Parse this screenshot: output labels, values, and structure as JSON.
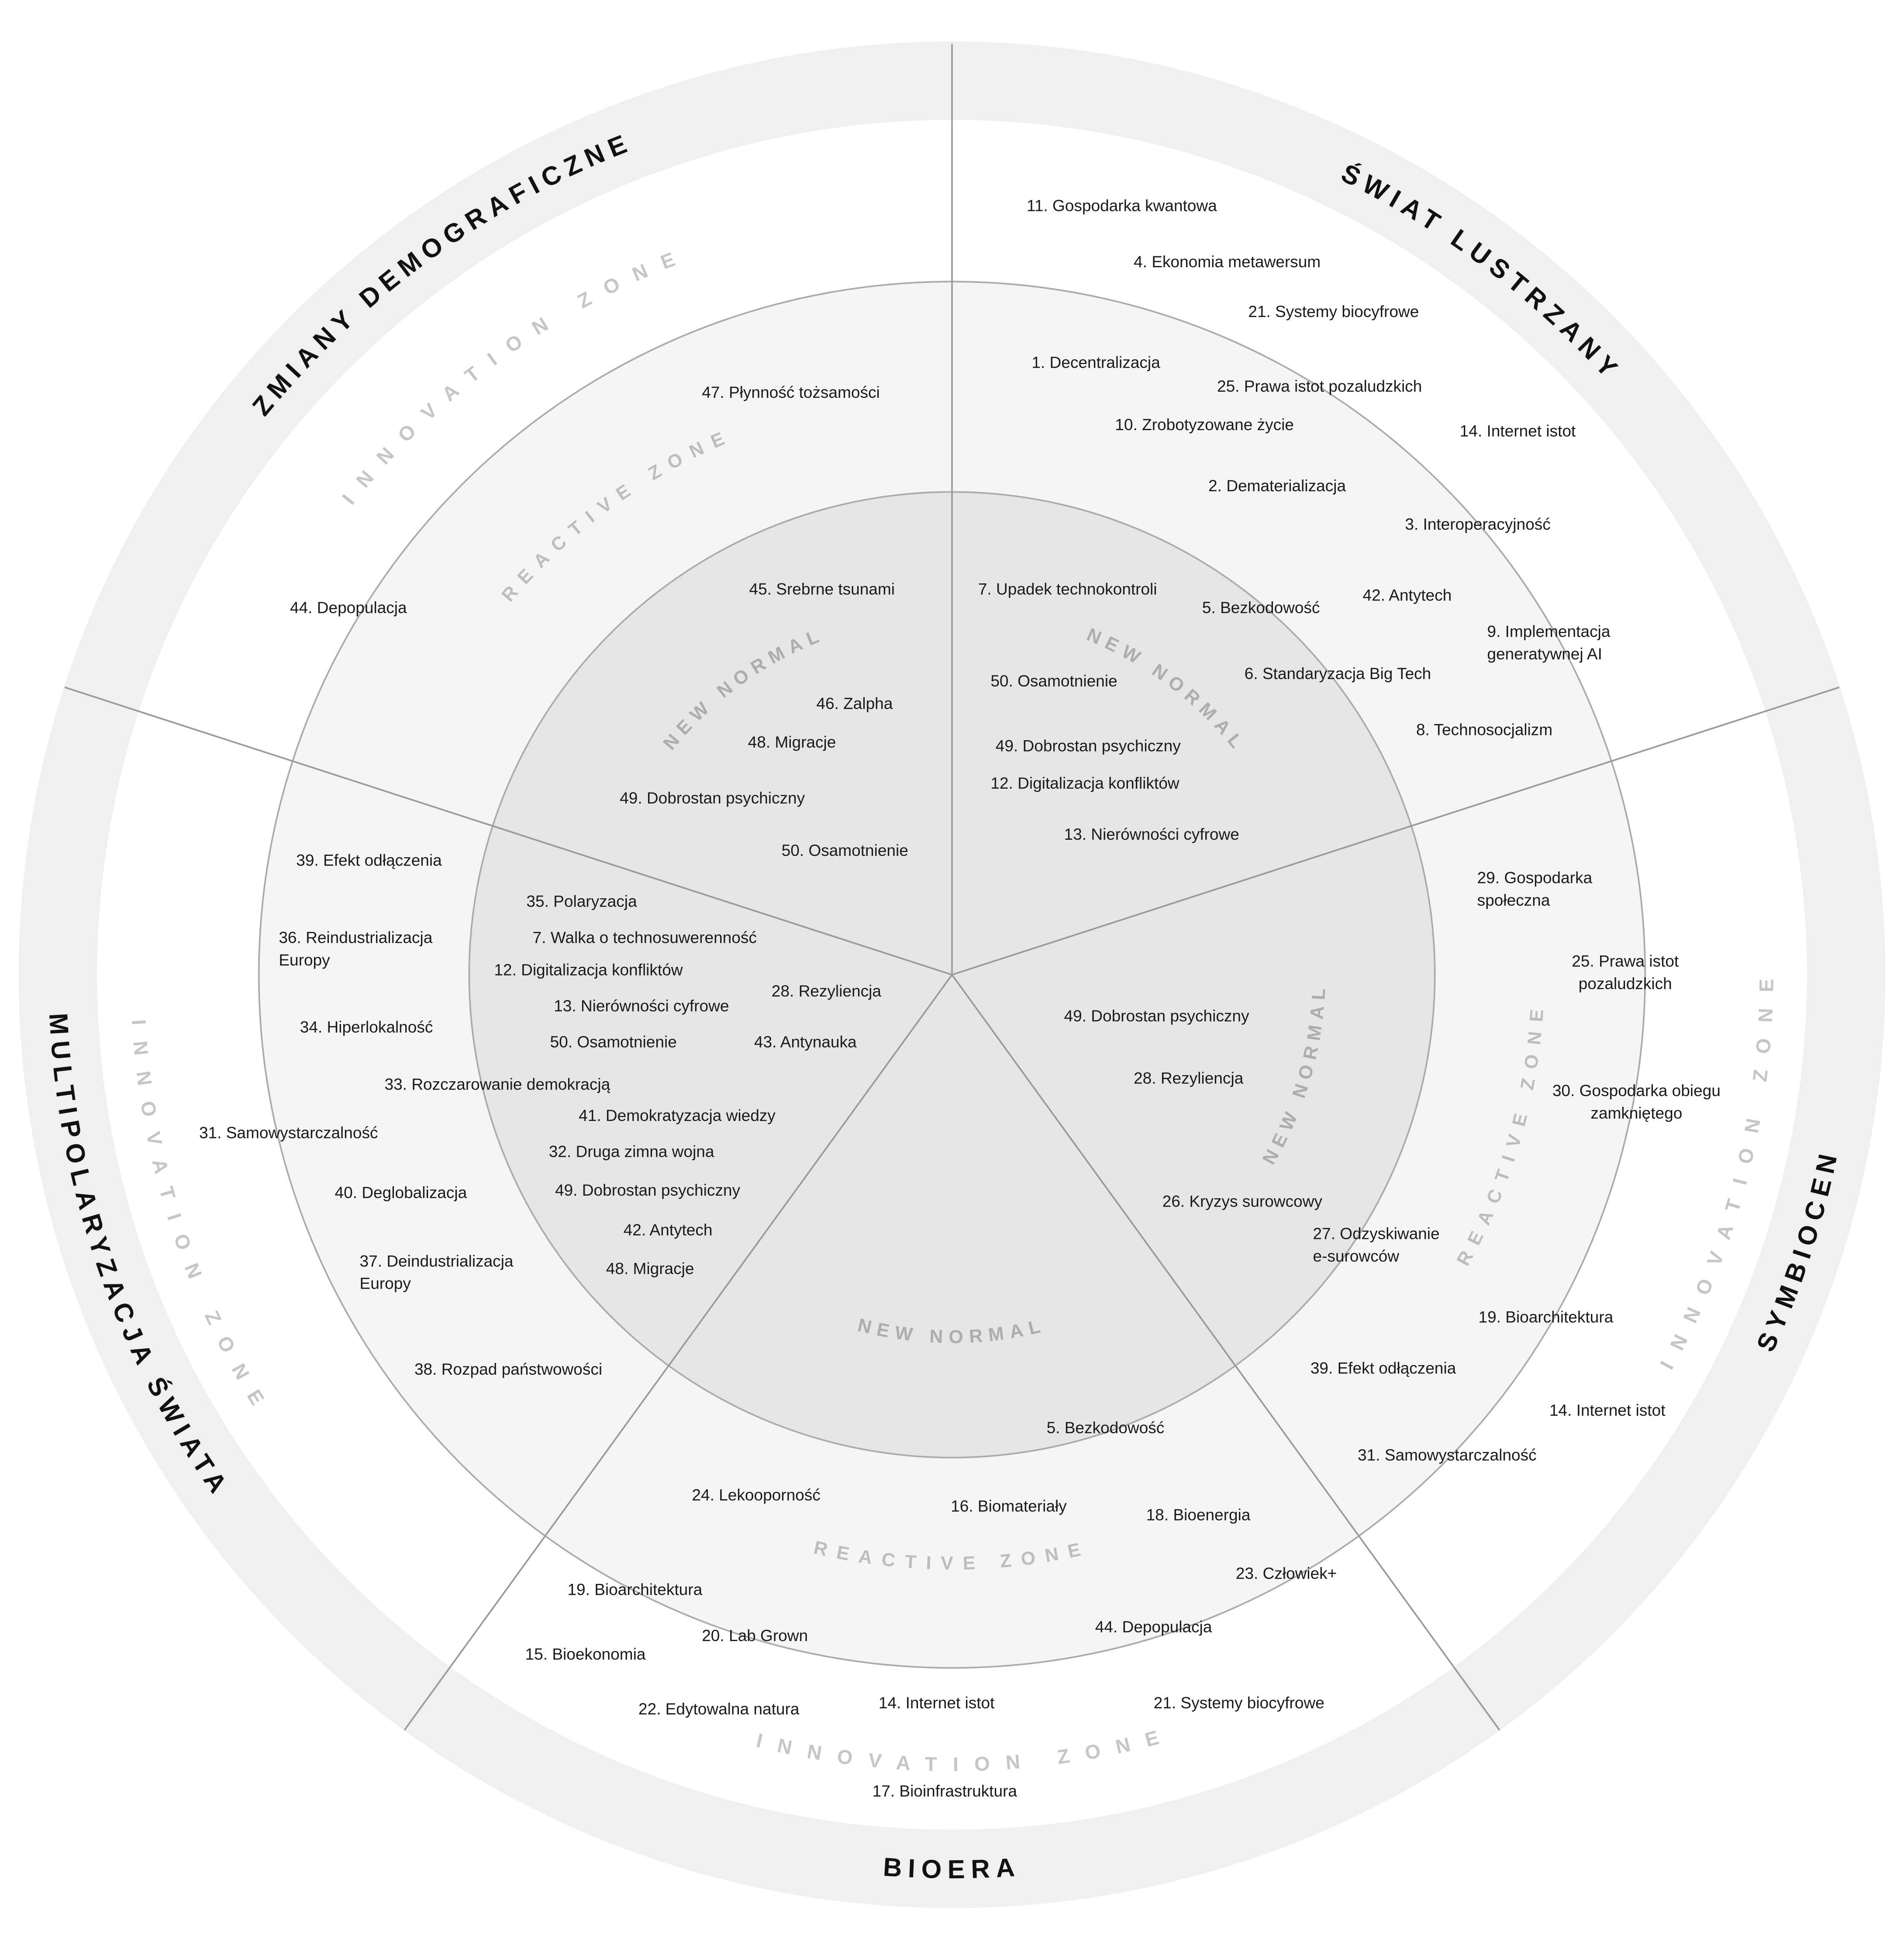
{
  "zones": {
    "innovation": "INNOVATION ZONE",
    "reactive": "REACTIVE ZONE",
    "new_normal": "NEW NORMAL"
  },
  "colors": {
    "outer_ring": "#f0f0f0",
    "reactive_fill": "#f5f5f5",
    "new_normal_fill": "#e6e6e6",
    "lines": "#9a9a9a"
  },
  "sections": {
    "swiat_lustrzany": {
      "title": "ŚWIAT LUSTRZANY",
      "items": [
        "11. Gospodarka kwantowa",
        "4. Ekonomia metawersum",
        "21. Systemy biocyfrowe",
        "1. Decentralizacja",
        "25. Prawa istot pozaludzkich",
        "10. Zrobotyzowane życie",
        "14. Internet istot",
        "2. Dematerializacja",
        "3. Interoperacyjność",
        "7. Upadek technokontroli",
        "42. Antytech",
        "5. Bezkodowość",
        [
          "9. Implementacja",
          "generatywnej AI"
        ],
        "6. Standaryzacja Big Tech",
        "50. Osamotnienie",
        "49. Dobrostan psychiczny",
        "8. Technosocjalizm",
        "12. Digitalizacja konfliktów",
        "13. Nierówności cyfrowe"
      ]
    },
    "zmiany_demograficzne": {
      "title": "ZMIANY DEMOGRAFICZNE",
      "items": [
        "47. Płynność tożsamości",
        "44. Depopulacja",
        "45. Srebrne tsunami",
        "46. Zalpha",
        "48. Migracje",
        "49. Dobrostan psychiczny",
        "50. Osamotnienie"
      ]
    },
    "symbiocen": {
      "title": "SYMBIOCEN",
      "items": [
        [
          "29. Gospodarka",
          "społeczna"
        ],
        [
          "25. Prawa istot",
          "pozaludzkich"
        ],
        "49. Dobrostan psychiczny",
        "28. Rezyliencja",
        [
          "30. Gospodarka obiegu",
          "zamkniętego"
        ],
        "26. Kryzys surowcowy",
        [
          "27. Odzyskiwanie",
          "e-surowców"
        ],
        "19. Bioarchitektura",
        "39. Efekt odłączenia",
        "14. Internet istot",
        "31. Samowystarczalność"
      ]
    },
    "bioera": {
      "title": "BIOERA",
      "items": [
        "5. Bezkodowość",
        "24. Lekooporność",
        "16. Biomateriały",
        "18. Bioenergia",
        "23. Człowiek+",
        "19. Bioarchitektura",
        "44. Depopulacja",
        "20. Lab Grown",
        "15. Bioekonomia",
        "14. Internet istot",
        "21. Systemy biocyfrowe",
        "22. Edytowalna natura",
        "17. Bioinfrastruktura"
      ]
    },
    "multipolaryzacja": {
      "title": "MULTIPOLARYZACJA ŚWIATA",
      "items": [
        "39. Efekt odłączenia",
        "35. Polaryzacja",
        [
          "36. Reindustrializacja",
          "Europy"
        ],
        "7. Walka o technosuwerenność",
        "12. Digitalizacja konfliktów",
        "28. Rezyliencja",
        "13. Nierówności cyfrowe",
        "34. Hiperlokalność",
        "50. Osamotnienie",
        "43. Antynauka",
        "33. Rozczarowanie demokracją",
        "41. Demokratyzacja wiedzy",
        "31. Samowystarczalność",
        "32. Druga zimna wojna",
        "40. Deglobalizacja",
        "49. Dobrostan psychiczny",
        "42. Antytech",
        [
          "37. Deindustrializacja",
          "Europy"
        ],
        "48. Migracje",
        "38. Rozpad państwowości"
      ]
    }
  }
}
